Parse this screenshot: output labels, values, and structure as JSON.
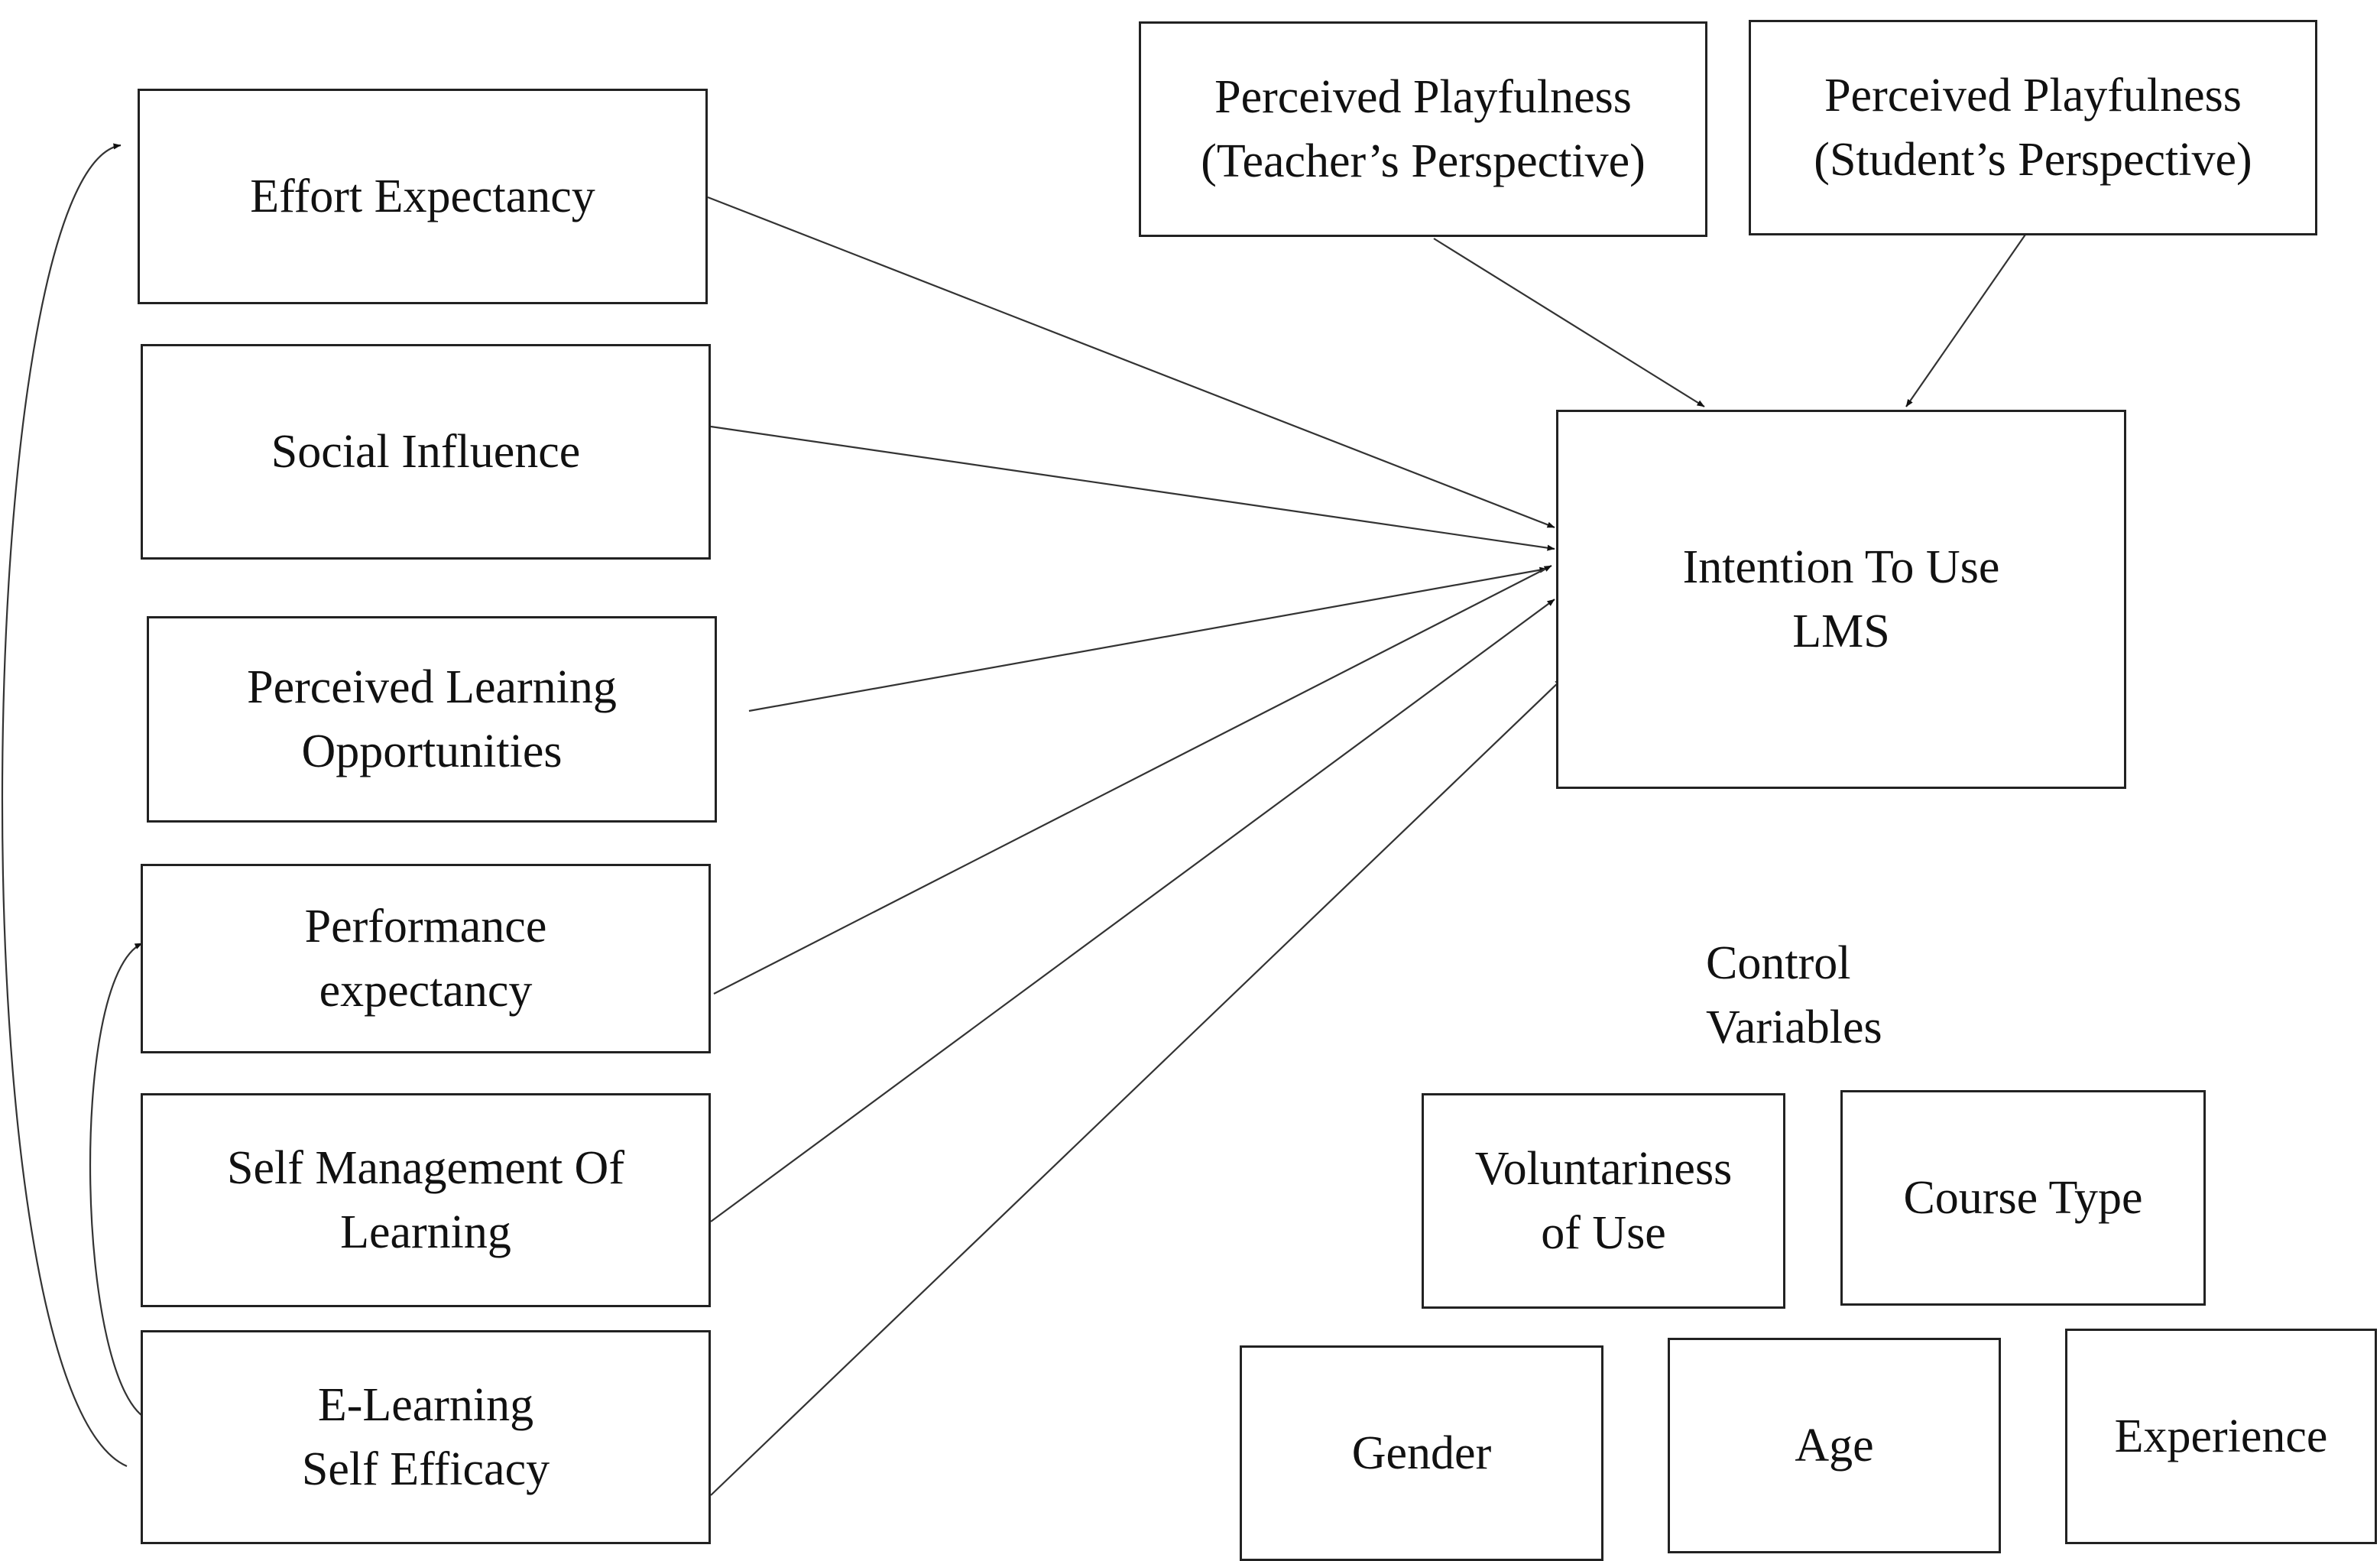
{
  "boxes": {
    "effort_expectancy": "Effort Expectancy",
    "social_influence": "Social Influence",
    "perceived_learning_opportunities": "Perceived Learning\nOpportunities",
    "performance_expectancy": "Performance\nexpectancy",
    "self_management_of_learning": "Self Management Of\nLearning",
    "e_learning_self_efficacy": "E-Learning\nSelf Efficacy",
    "perceived_playfulness_teacher": "Perceived Playfulness\n(Teacher’s Perspective)",
    "perceived_playfulness_student": "Perceived Playfulness\n(Student’s Perspective)",
    "intention_to_use_lms": "Intention To Use\nLMS",
    "voluntariness_of_use": "Voluntariness\nof Use",
    "course_type": "Course Type",
    "gender": "Gender",
    "age": "Age",
    "experience": "Experience"
  },
  "labels": {
    "control_variables": "Control\nVariables"
  }
}
